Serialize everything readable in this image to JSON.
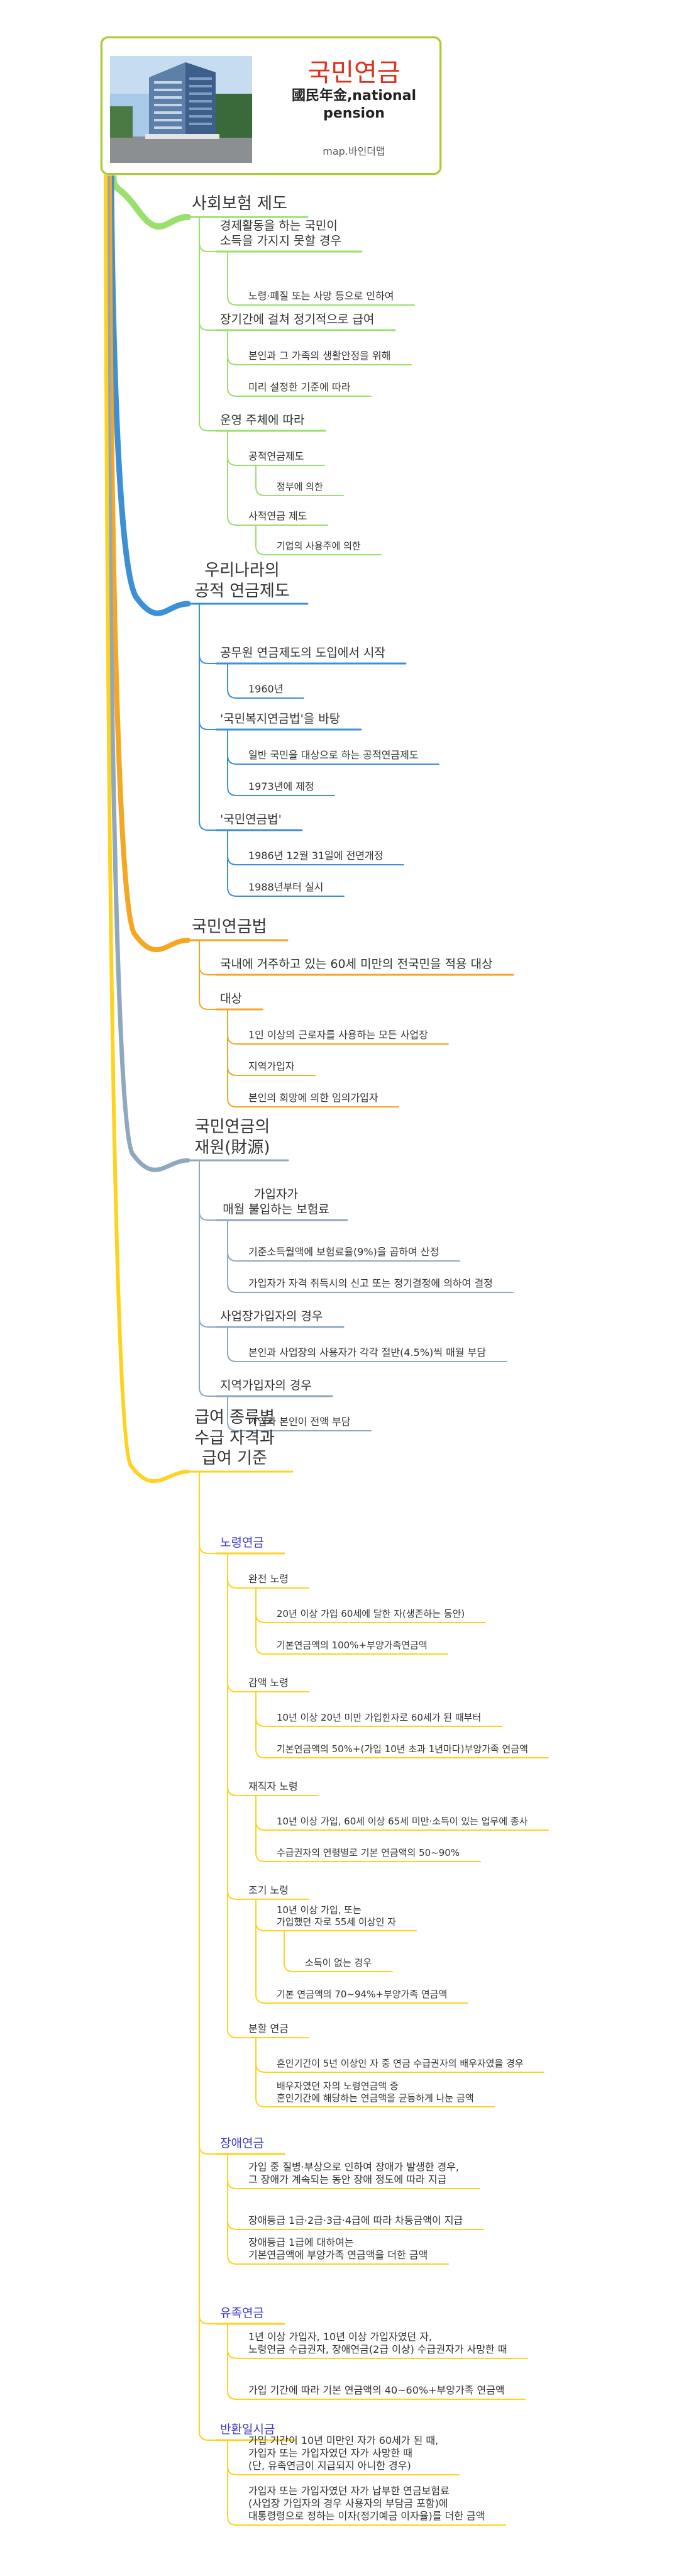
{
  "root": {
    "title": "국민연금",
    "subtitle": "國民年金,national\npension",
    "credit": "map.바인더맵",
    "photo_icon": "building-photo"
  },
  "colors": {
    "green": "#99e06c",
    "blue": "#3d8fd6",
    "orange": "#f5a623",
    "steel": "#8fa8bf",
    "yellow": "#ffd21e",
    "root_border": "#aacc33",
    "title_red": "#e0301e",
    "label_blue": "#3a3ac8"
  },
  "sections": [
    {
      "id": "social",
      "label": "사회보험 제도",
      "color": "green",
      "children": [
        {
          "label": "경제활동을 하는 국민이\n소득을 가지지 못할 경우",
          "children": [
            {
              "label": "노령·폐질 또는 사망 등으로 인하여"
            }
          ]
        },
        {
          "label": "장기간에 걸쳐 정기적으로 급여",
          "children": [
            {
              "label": "본인과 그 가족의 생활안정을 위해"
            },
            {
              "label": "미리 설정한 기준에 따라"
            }
          ]
        },
        {
          "label": "운영 주체에 따라",
          "children": [
            {
              "label": "공적연금제도",
              "children": [
                {
                  "label": "정부에 의한"
                }
              ]
            },
            {
              "label": "사적연금 제도",
              "children": [
                {
                  "label": "기업의 사용주에 의한"
                }
              ]
            }
          ]
        }
      ]
    },
    {
      "id": "public",
      "label": "우리나라의\n공적 연금제도",
      "color": "blue",
      "children": [
        {
          "label": "공무원 연금제도의 도입에서 시작",
          "children": [
            {
              "label": "1960년"
            }
          ]
        },
        {
          "label": "'국민복지연금법'을 바탕",
          "children": [
            {
              "label": "일반 국민을 대상으로 하는 공적연금제도"
            },
            {
              "label": "1973년에 제정"
            }
          ]
        },
        {
          "label": "'국민연금법'",
          "children": [
            {
              "label": "1986년 12월 31일에 전면개정"
            },
            {
              "label": "1988년부터 실시"
            }
          ]
        }
      ]
    },
    {
      "id": "law",
      "label": "국민연금법",
      "color": "orange",
      "children": [
        {
          "label": "국내에 거주하고 있는 60세 미만의 전국민을 적용 대상"
        },
        {
          "label": "대상",
          "children": [
            {
              "label": "1인 이상의 근로자를 사용하는 모든 사업장"
            },
            {
              "label": "지역가입자"
            },
            {
              "label": "본인의 희망에 의한 임의가입자"
            }
          ]
        }
      ]
    },
    {
      "id": "finance",
      "label": "국민연금의\n재원(財源)",
      "color": "steel",
      "children": [
        {
          "label": "가입자가\n매월 불입하는 보험료",
          "children": [
            {
              "label": "기준소득월액에 보험료율(9%)을 곱하여 산정"
            },
            {
              "label": "가입자가 자격 취득시의 신고 또는 정기결정에 의하여 결정"
            }
          ]
        },
        {
          "label": "사업장가입자의 경우",
          "children": [
            {
              "label": "본인과 사업장의 사용자가 각각 절반(4.5%)씩 매월 부담"
            }
          ]
        },
        {
          "label": "지역가입자의 경우",
          "children": [
            {
              "label": "가입자 본인이 전액 부담"
            }
          ]
        }
      ]
    },
    {
      "id": "benefits",
      "label": "급여 종류별\n수급 자격과\n급여 기준",
      "color": "yellow",
      "children": [
        {
          "label": "노령연금",
          "children": [
            {
              "label": "완전 노령",
              "children": [
                {
                  "label": "20년 이상 가입 60세에 달한 자(생존하는 동안)"
                },
                {
                  "label": "기본연금액의 100%+부양가족연금액"
                }
              ]
            },
            {
              "label": "감액 노령",
              "children": [
                {
                  "label": "10년 이상 20년 미만 가입한자로 60세가 된 때부터"
                },
                {
                  "label": "기본연금액의 50%+(가입 10년 초과 1년마다)부양가족 연금액"
                }
              ]
            },
            {
              "label": "재직자 노령",
              "children": [
                {
                  "label": "10년 이상 가입, 60세 이상 65세 미만·소득이 있는 업무에 종사"
                },
                {
                  "label": "수급권자의 연령별로 기본 연금액의 50~90%"
                }
              ]
            },
            {
              "label": "조기 노령",
              "children": [
                {
                  "label": "10년 이상 가입, 또는\n가입했던 자로 55세 이상인 자",
                  "children": [
                    {
                      "label": "소득이 없는 경우"
                    }
                  ]
                },
                {
                  "label": "기본 연금액의 70~94%+부양가족 연금액"
                }
              ]
            },
            {
              "label": "분할 연금",
              "children": [
                {
                  "label": "혼인기간이 5년 이상인 자 중 연금 수급권자의 배우자였을 경우"
                },
                {
                  "label": "배우자였던 자의 노령연금액 중\n혼인기간에 해당하는 연금액을 균등하게 나눈 금액"
                }
              ]
            }
          ]
        },
        {
          "label": "장애연금",
          "children": [
            {
              "label": "가입 중 질병·부상으로 인하여 장애가 발생한 경우,\n그 장애가 계속되는 동안 장애 정도에 따라 지급"
            },
            {
              "label": "장애등급 1급·2급·3급·4급에 따라 차등금액이 지급"
            },
            {
              "label": "장애등급 1급에 대하여는\n기본연금액에 부양가족 연금액을 더한 금액"
            }
          ]
        },
        {
          "label": "유족연금",
          "children": [
            {
              "label": "1년 이상 가입자, 10년 이상 가입자였던 자,\n노령연금 수급권자, 장애연금(2급 이상) 수급권자가 사망한 때"
            },
            {
              "label": "가입 기간에 따라 기본 연금액의 40~60%+부양가족 연금액"
            }
          ]
        },
        {
          "label": "반환일시금",
          "children": [
            {
              "label": "가입 기간이 10년 미만인 자가 60세가 된 때,\n가입자 또는 가입자였던 자가 사망한 때\n(단, 유족연금이 지급되지 아니한 경우)"
            },
            {
              "label": "가입자 또는 가입자였던 자가 납부한 연금보험료\n(사업장 가입자의 경우 사용자의 부담금 포함)에\n대통령령으로 정하는 이자(정기예금 이자율)를 더한 금액"
            }
          ]
        }
      ]
    }
  ]
}
